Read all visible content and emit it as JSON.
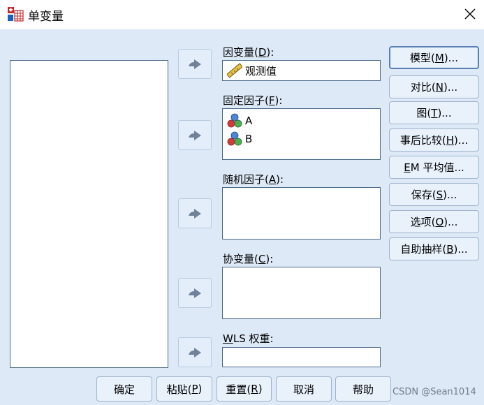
{
  "window": {
    "title": "单变量",
    "close_glyph": "✕"
  },
  "dependent": {
    "label_pre": "因变量(",
    "label_key": "D",
    "label_post": "):",
    "item": "观测值"
  },
  "fixed": {
    "label_pre": "固定因子(",
    "label_key": "F",
    "label_post": "):",
    "items": [
      "A",
      "B"
    ]
  },
  "random": {
    "label_pre": "随机因子(",
    "label_key": "A",
    "label_post": "):"
  },
  "covariate": {
    "label_pre": "协变量(",
    "label_key": "C",
    "label_post": "):"
  },
  "wls": {
    "label_key": "W",
    "label_post": "LS 权重:"
  },
  "side_buttons": [
    {
      "pre": "模型(",
      "key": "M",
      "post": ")..."
    },
    {
      "pre": "对比(",
      "key": "N",
      "post": ")..."
    },
    {
      "pre": "图(",
      "key": "T",
      "post": ")..."
    },
    {
      "pre": "事后比较(",
      "key": "H",
      "post": ")..."
    },
    {
      "pre": "",
      "key": "E",
      "post": "M 平均值..."
    },
    {
      "pre": "保存(",
      "key": "S",
      "post": ")..."
    },
    {
      "pre": "选项(",
      "key": "O",
      "post": ")..."
    },
    {
      "pre": "自助抽样(",
      "key": "B",
      "post": ")..."
    }
  ],
  "bottom_buttons": {
    "ok": "确定",
    "paste": {
      "pre": "粘贴(",
      "key": "P",
      "post": ")"
    },
    "reset": {
      "pre": "重置(",
      "key": "R",
      "post": ")"
    },
    "cancel": "取消",
    "help": "帮助"
  },
  "watermark": "CSDN @Sean1014"
}
